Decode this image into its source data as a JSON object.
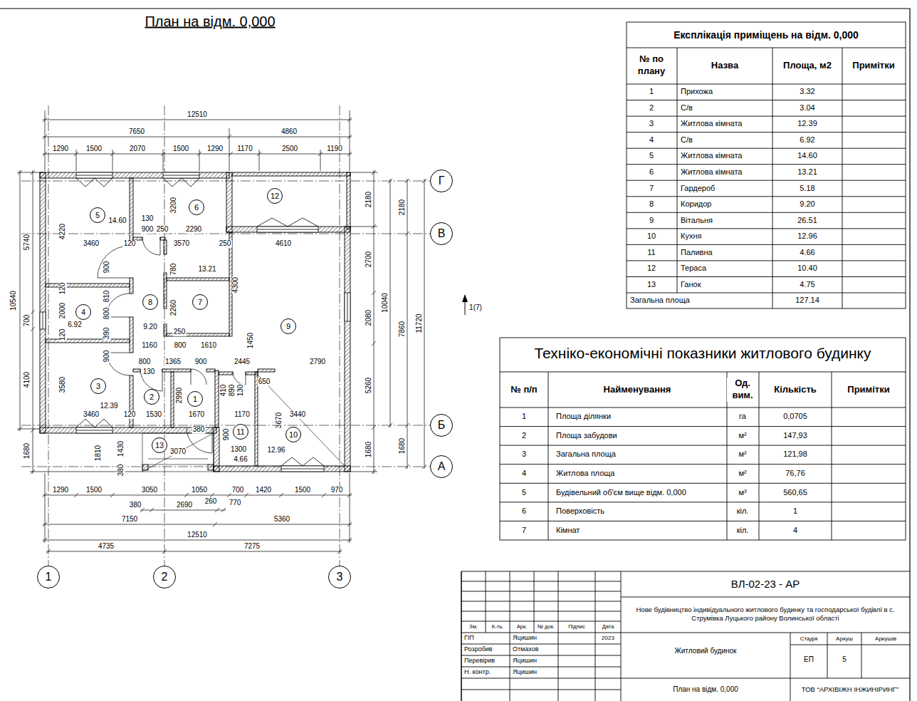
{
  "diagram": {
    "title": "План на відм. 0,000",
    "nodes": [
      {
        "text": [
          "1"
        ]
      },
      {
        "text": [
          "2"
        ]
      },
      {
        "text": [
          "3"
        ]
      },
      {
        "text": [
          "4"
        ]
      },
      {
        "text": [
          "5"
        ]
      },
      {
        "text": [
          "6"
        ]
      },
      {
        "text": [
          "7"
        ]
      },
      {
        "text": [
          "8"
        ]
      },
      {
        "text": [
          "9"
        ]
      },
      {
        "text": [
          "10"
        ]
      },
      {
        "text": [
          "11"
        ]
      },
      {
        "text": [
          "12"
        ]
      },
      {
        "text": [
          "13"
        ]
      },
      {
        "text": [
          "Г"
        ]
      },
      {
        "text": [
          "В"
        ]
      },
      {
        "text": [
          "Б"
        ]
      },
      {
        "text": [
          "А"
        ]
      },
      {
        "text": [
          "1"
        ]
      },
      {
        "text": [
          "2"
        ]
      },
      {
        "text": [
          "3"
        ]
      }
    ],
    "labels": [
      "12510",
      "7650",
      "4860",
      "1290",
      "1500",
      "2070",
      "1500",
      "1290",
      "1170",
      "2500",
      "1190",
      "10540",
      "5740",
      "700",
      "4100",
      "1680",
      "2180",
      "2700",
      "2080",
      "5260",
      "1680",
      "10040",
      "2180",
      "7860",
      "1680",
      "11720",
      "1290",
      "1500",
      "3050",
      "1050",
      "700",
      "1420",
      "1500",
      "970",
      "380",
      "2690",
      "260",
      "770",
      "7150",
      "5360",
      "12510",
      "4735",
      "7275",
      "4220",
      "14.60",
      "130",
      "900",
      "250",
      "3200",
      "2290",
      "3460",
      "120",
      "3570",
      "250",
      "4610",
      "4300",
      "900",
      "780",
      "13.21",
      "810",
      "2000",
      "800",
      "6.92",
      "2260",
      "9.20",
      "390",
      "900",
      "120",
      "120",
      "250",
      "1160",
      "800",
      "1610",
      "1450",
      "800",
      "1365",
      "900",
      "2445",
      "2790",
      "130",
      "3580",
      "650",
      "12.39",
      "3460",
      "120",
      "1530",
      "1670",
      "1170",
      "3440",
      "2990",
      "410",
      "890",
      "130",
      "3670",
      "380",
      "1810",
      "1430",
      "380",
      "3070",
      "900",
      "1300",
      "4.66",
      "12.96",
      "1(7)",
      "Експлікація приміщень на відм. 0,000",
      "№ по плану",
      "Назва",
      "Площа, м2",
      "Примітки",
      "1",
      "Прихожа",
      "3.32",
      "2",
      "С/в",
      "3.04",
      "3",
      "Житлова кімната",
      "12.39",
      "4",
      "С/в",
      "6.92",
      "5",
      "Житлова кімната",
      "14.60",
      "6",
      "Житлова кімната",
      "13.21",
      "7",
      "Гардероб",
      "5.18",
      "8",
      "Коридор",
      "9.20",
      "9",
      "Вітальня",
      "26.51",
      "10",
      "Кухня",
      "12.96",
      "11",
      "Паливна",
      "4.66",
      "12",
      "Тераса",
      "10.40",
      "13",
      "Ганок",
      "4.75",
      "Загальна площа",
      "127.14",
      "Техніко-економічні показники житлового будинку",
      "№ п/п",
      "Найменування",
      "Од. вим.",
      "Кількість",
      "Примітки",
      "1",
      "Площа ділянки",
      "га",
      "0,0705",
      "2",
      "Площа забудови",
      "м²",
      "147,93",
      "3",
      "Загальна площа",
      "м²",
      "121,98",
      "4",
      "Житлова площа",
      "м²",
      "76,76",
      "5",
      "Будівельний об'єм вище відм. 0,000",
      "м³",
      "560,65",
      "6",
      "Поверховість",
      "кіл.",
      "1",
      "7",
      "Кімнат",
      "кіл.",
      "4",
      "ВЛ-02-23 - АР",
      "Нове будівництво індивідуального житлового будинку та господарської будівлі в с. Струмівка Луцького району Волинської області",
      "Зм.",
      "К-ть.",
      "Арк.",
      "№ док.",
      "Підпис",
      "Дата",
      "ГІП",
      "Яцишин",
      "2023",
      "Розробив",
      "Отмахов",
      "Перевірив",
      "Яцишин",
      "Н. контр.",
      "Яцишин",
      "Житловий будинок",
      "Стадія",
      "Аркуш",
      "Аркушів",
      "ЕП",
      "5",
      "План на відм. 0,000",
      "ТОВ “АРХІВІЖН ІНЖИНІРИНГ”"
    ]
  }
}
